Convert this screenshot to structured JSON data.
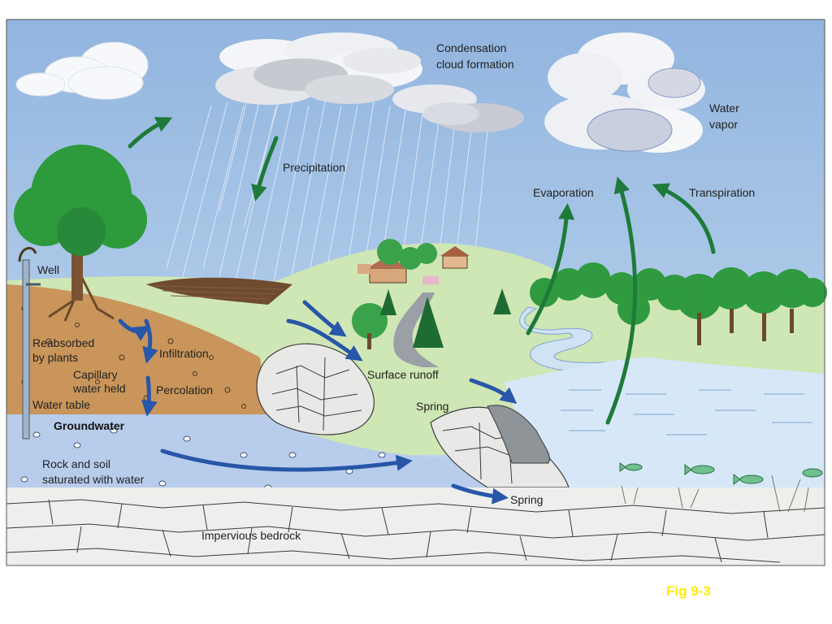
{
  "labels": {
    "condensation_line1": "Condensation",
    "condensation_line2": "cloud formation",
    "water_vapor_line1": "Water",
    "water_vapor_line2": "vapor",
    "precipitation": "Precipitation",
    "evaporation": "Evaporation",
    "transpiration": "Transpiration",
    "well": "Well",
    "reabsorbed_line1": "Reabsorbed",
    "reabsorbed_line2": "by plants",
    "infiltration": "Infiltration",
    "capillary_line1": "Capillary",
    "capillary_line2": "water held",
    "percolation": "Percolation",
    "water_table": "Water table",
    "groundwater": "Groundwater",
    "rock_soil_line1": "Rock and soil",
    "rock_soil_line2": "saturated with water",
    "surface_runoff": "Surface runoff",
    "spring_upper": "Spring",
    "spring_lower": "Spring",
    "impervious_bedrock": "Impervious bedrock"
  },
  "figure_label": "Fig 9-3",
  "colors": {
    "sky": "#a9c4e2",
    "hill": "#cfe6b5",
    "soil": "#c9955a",
    "groundwater": "#b8cceb",
    "bedrock": "#eeeeec",
    "lake": "#d2e6f6",
    "tree_green": "#2d9a3c",
    "dark_green_arrow": "#1e7a3a",
    "blue_arrow": "#2856a8",
    "figure_label": "#ffea00"
  }
}
